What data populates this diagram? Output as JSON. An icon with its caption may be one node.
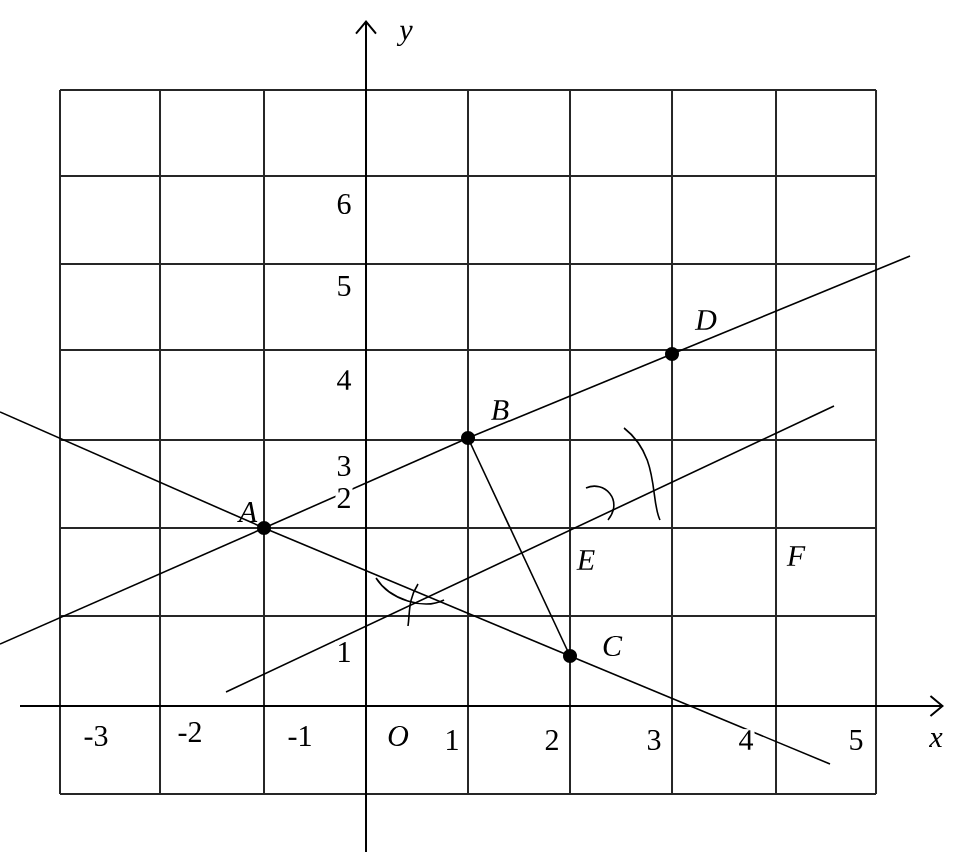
{
  "diagram": {
    "nodes": [
      {
        "text": [
          "A"
        ]
      },
      {
        "text": [
          "B"
        ]
      },
      {
        "text": [
          "C"
        ]
      },
      {
        "text": [
          "D"
        ]
      }
    ],
    "edges": [
      {
        "from": 0,
        "to": 1,
        "arrow": "none"
      },
      {
        "from": 1,
        "to": 3,
        "arrow": "none"
      },
      {
        "from": 0,
        "to": 2,
        "arrow": "none"
      },
      {
        "from": 1,
        "to": 2,
        "arrow": "none"
      }
    ],
    "labels": [
      "y",
      "6",
      "5",
      "4",
      "3",
      "2",
      "E",
      "F",
      "1",
      "-3",
      "-2",
      "-1",
      "O",
      "1",
      "2",
      "3",
      "4",
      "5",
      "x"
    ]
  }
}
